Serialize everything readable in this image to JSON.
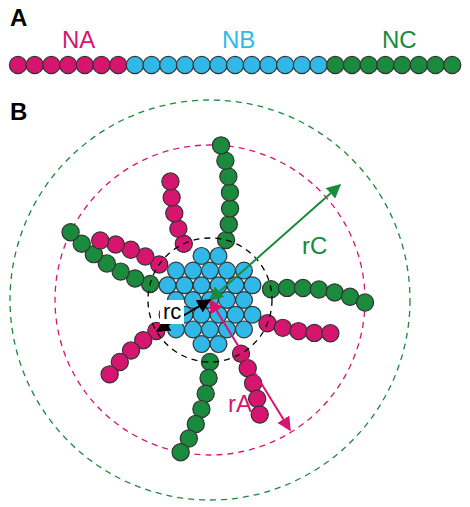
{
  "diagram": {
    "labels": [
      "A",
      "NA",
      "NB",
      "NC",
      "B",
      "rC",
      "rc",
      "rA"
    ]
  }
}
